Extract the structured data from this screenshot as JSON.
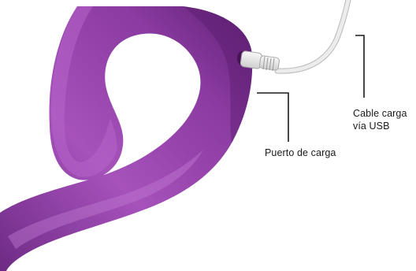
{
  "labels": {
    "cable_line1": "Cable carga",
    "cable_line2": "vía USB",
    "port": "Puerto de carga"
  },
  "colors": {
    "device_base": "#8a3aa0",
    "device_light": "#b35cc6",
    "device_dark": "#5e1f73",
    "cable": "#e6e6e6",
    "cable_outline": "#b8b8b8",
    "leader_line": "#1a1a1a"
  }
}
